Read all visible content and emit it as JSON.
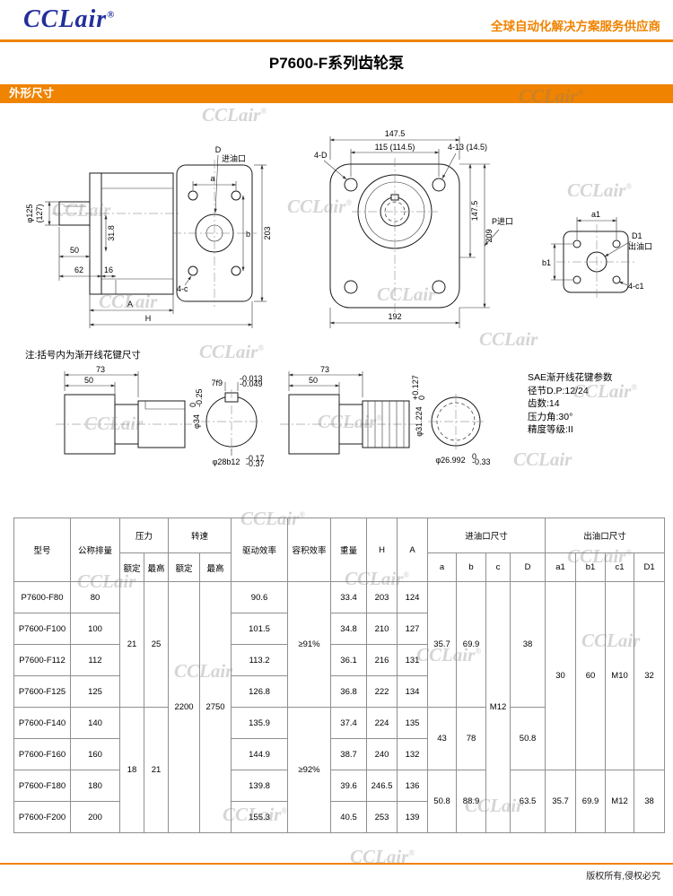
{
  "header": {
    "logo": "CCLair",
    "reg": "®",
    "tagline": "全球自动化解决方案服务供应商"
  },
  "page": {
    "title": "P7600-F系列齿轮泵",
    "section_title": "外形尺寸",
    "note": "注:括号内为渐开线花键尺寸",
    "copyright": "版权所有,侵权必究"
  },
  "spline_params": {
    "l1": "SAE渐开线花键参数",
    "l2": "径节D.P:12/24",
    "l3": "齿数:14",
    "l4": "压力角:30°",
    "l5": "精度等级:II"
  },
  "d1": {
    "port_d": "D",
    "port_name": "进油口",
    "dim_a": "a",
    "dim_b": "b",
    "dim_203": "203",
    "dim_4c": "4-c",
    "dia_125": "φ125",
    "dia_127": "(127)",
    "dim_318": "31.8",
    "dim_50": "50",
    "dim_62": "62",
    "dim_16": "16",
    "dim_A": "A",
    "dim_H": "H"
  },
  "d2": {
    "dim_1475_top": "147.5",
    "dim_115": "115 (114.5)",
    "label_4d": "4-D",
    "label_413": "4-13 (14.5)",
    "dim_1475_right": "147.5",
    "dim_209": "209",
    "dim_192": "192",
    "label_p": "P进口"
  },
  "d3": {
    "dim_a1": "a1",
    "dim_b1": "b1",
    "label_d1": "D1",
    "label_outlet": "出油口",
    "label_4c1": "4-c1"
  },
  "shaft1": {
    "dim_73": "73",
    "dim_50": "50"
  },
  "cross1": {
    "key": "7f9",
    "key_tol_top": "-0.013",
    "key_tol_bot": "-0.049",
    "dia34": "φ34",
    "dia34_tol_top": "0",
    "dia34_tol_bot": "-0.25",
    "dia28": "φ28b12",
    "dia28_tol_top": "-0.17",
    "dia28_tol_bot": "-0.37"
  },
  "shaft2": {
    "dim_73": "73",
    "dim_50": "50"
  },
  "cross2": {
    "dia_major": "φ31.224",
    "major_tol_top": "+0.127",
    "major_tol_bot": "0",
    "dia_minor": "φ26.992",
    "minor_tol_top": "0",
    "minor_tol_bot": "-0.33"
  },
  "table": {
    "head": {
      "model": "型号",
      "displacement": "公称排量",
      "pressure": "压力",
      "speed": "转速",
      "drive_eff": "驱动效率",
      "vol_eff": "容积效率",
      "weight": "重量",
      "H": "H",
      "A": "A",
      "inlet": "进油口尺寸",
      "outlet": "出油口尺寸",
      "rated": "额定",
      "max": "最高",
      "a": "a",
      "b": "b",
      "c": "c",
      "D": "D",
      "a1": "a1",
      "b1": "b1",
      "c1": "c1",
      "D1": "D1"
    },
    "rows": [
      {
        "model": "P7600-F80",
        "disp": "80",
        "drive": "90.6",
        "weight": "33.4",
        "H": "203",
        "A": "124"
      },
      {
        "model": "P7600-F100",
        "disp": "100",
        "drive": "101.5",
        "weight": "34.8",
        "H": "210",
        "A": "127"
      },
      {
        "model": "P7600-F112",
        "disp": "112",
        "drive": "113.2",
        "weight": "36.1",
        "H": "216",
        "A": "131"
      },
      {
        "model": "P7600-F125",
        "disp": "125",
        "drive": "126.8",
        "weight": "36.8",
        "H": "222",
        "A": "134"
      },
      {
        "model": "P7600-F140",
        "disp": "140",
        "drive": "135.9",
        "weight": "37.4",
        "H": "224",
        "A": "135"
      },
      {
        "model": "P7600-F160",
        "disp": "160",
        "drive": "144.9",
        "weight": "38.7",
        "H": "240",
        "A": "132"
      },
      {
        "model": "P7600-F180",
        "disp": "180",
        "drive": "139.8",
        "weight": "39.6",
        "H": "246.5",
        "A": "136"
      },
      {
        "model": "P7600-F200",
        "disp": "200",
        "drive": "155.3",
        "weight": "40.5",
        "H": "253",
        "A": "139"
      }
    ],
    "merged": {
      "p_rated_1": "21",
      "p_max_1": "25",
      "p_rated_2": "18",
      "p_max_2": "21",
      "speed_rated": "2200",
      "speed_max": "2750",
      "vol_eff_1": "≥91%",
      "vol_eff_2": "≥92%",
      "in_a_1": "35.7",
      "in_b_1": "69.9",
      "in_D_1": "38",
      "in_a_2": "43",
      "in_b_2": "78",
      "in_D_2": "50.8",
      "in_a_3": "50.8",
      "in_b_3": "88.9",
      "in_D_3": "63.5",
      "in_c": "M12",
      "out_a1_1": "30",
      "out_b1_1": "60",
      "out_c1_1": "M10",
      "out_D1_1": "32",
      "out_a1_2": "35.7",
      "out_b1_2": "69.9",
      "out_c1_2": "M12",
      "out_D1_2": "38"
    }
  },
  "watermark": {
    "text": "CCLair",
    "reg": "®"
  },
  "colors": {
    "accent": "#f08300"
  }
}
